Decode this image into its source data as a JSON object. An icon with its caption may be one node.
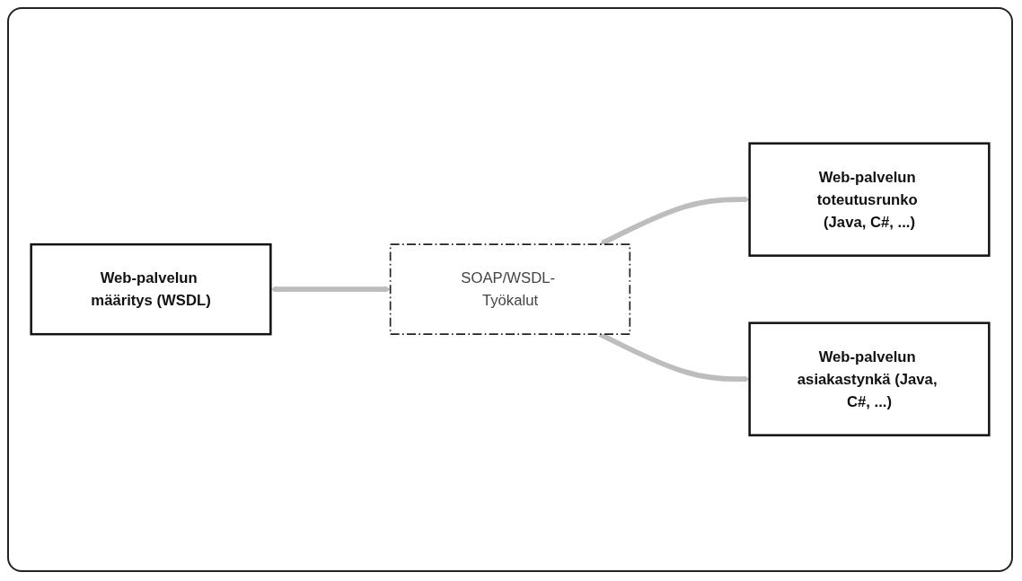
{
  "diagram": {
    "nodes": [
      {
        "text": [
          "Web-palvelun määritys (WSDL)"
        ]
      },
      {
        "text": [
          "SOAP/WSDL- Työkalut"
        ]
      },
      {
        "text": [
          "Web-palvelun toteutusrunko (Java, C#, ...)"
        ]
      },
      {
        "text": [
          "Web-palvelun asiakastynkä (Java, C#, ...)"
        ]
      }
    ],
    "edges": [
      {
        "from": 0,
        "to": 1,
        "arrow": "both"
      },
      {
        "from": 1,
        "to": 2,
        "arrow": "both"
      },
      {
        "from": 1,
        "to": 3,
        "arrow": "to"
      }
    ]
  }
}
